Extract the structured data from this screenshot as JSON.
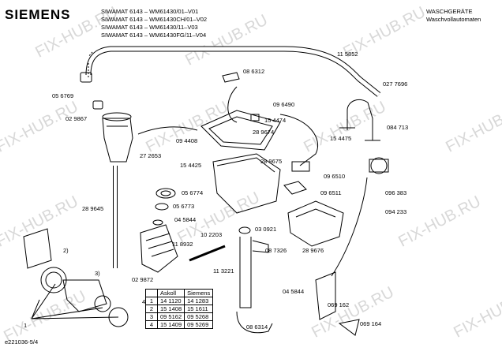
{
  "header": {
    "brand": "SIEMENS",
    "models": [
      "SIWAMAT 6143 – WM61430/01–V01",
      "SIWAMAT 6143 – WM61430CH/01–V02",
      "SIWAMAT 6143 – WM61430/11–V03",
      "SIWAMAT 6143 – WM61430FG/11–V04"
    ],
    "category": "WASCHGERÄTE",
    "subcategory": "Waschvollautomaten"
  },
  "watermark": "FIX-HUB.RU",
  "part_labels": [
    "11 5852",
    "027 7696",
    "05 6769",
    "08 6312",
    "09 6490",
    "02 9867",
    "15 4474",
    "084 713",
    "09 4408",
    "28 9674",
    "27 2653",
    "15 4475",
    "15 4425",
    "28 9675",
    "09 6510",
    "05 6774",
    "09 6511",
    "05 6773",
    "096 383",
    "04 5844",
    "094 233",
    "28 9645",
    "03 0921",
    "10 2203",
    "11 8932",
    "08 7326",
    "28 9676",
    "11 3221",
    "02 9872",
    "04 5844",
    "069 162",
    "08 6314",
    "069 164"
  ],
  "callouts": [
    "1",
    "2)",
    "3)",
    "4"
  ],
  "table": {
    "headers": [
      "Askoll",
      "Siemens"
    ],
    "rows": [
      {
        "n": "1",
        "a": "14 1120",
        "s": "14 1283"
      },
      {
        "n": "2",
        "a": "15 1408",
        "s": "15 1611"
      },
      {
        "n": "3",
        "a": "09 5162",
        "s": "09 5268"
      },
      {
        "n": "4",
        "a": "15 1409",
        "s": "09 5269"
      }
    ]
  },
  "footer_code": "e221036-5/4"
}
